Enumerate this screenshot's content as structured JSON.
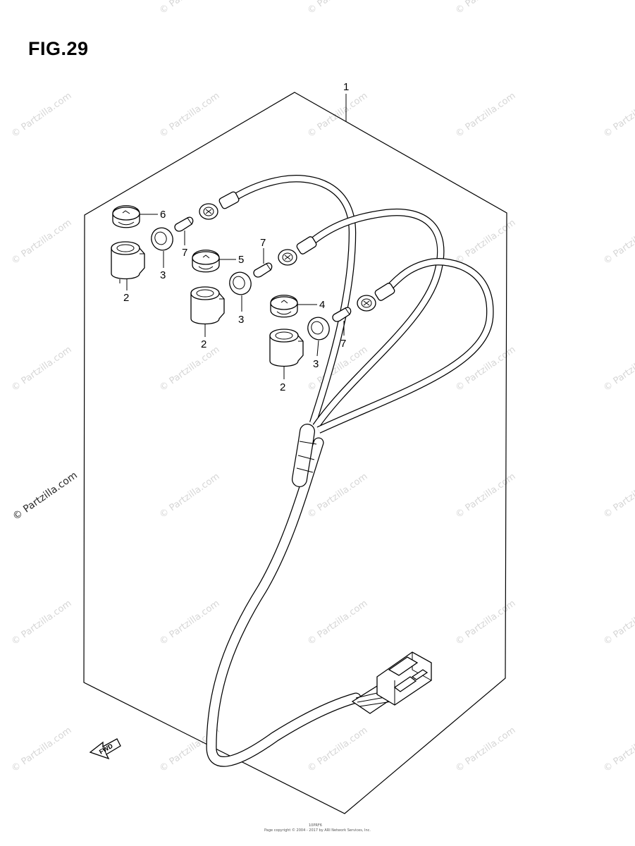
{
  "figure": {
    "title": "FIG.29"
  },
  "callouts": {
    "harness": "1",
    "socket_a": "2",
    "socket_b": "2",
    "socket_c": "2",
    "washer_a": "3",
    "washer_b": "3",
    "washer_c": "3",
    "cap_4": "4",
    "cap_5": "5",
    "cap_6": "6",
    "bulb_a": "7",
    "bulb_b": "7",
    "bulb_c": "7"
  },
  "badge": {
    "fwd": "FWD"
  },
  "watermark": {
    "text": "© Partzilla.com"
  },
  "footer": {
    "code": "10PRF6",
    "copyright": "Page copyright © 2004 - 2017 by ARI Network Services, Inc."
  }
}
